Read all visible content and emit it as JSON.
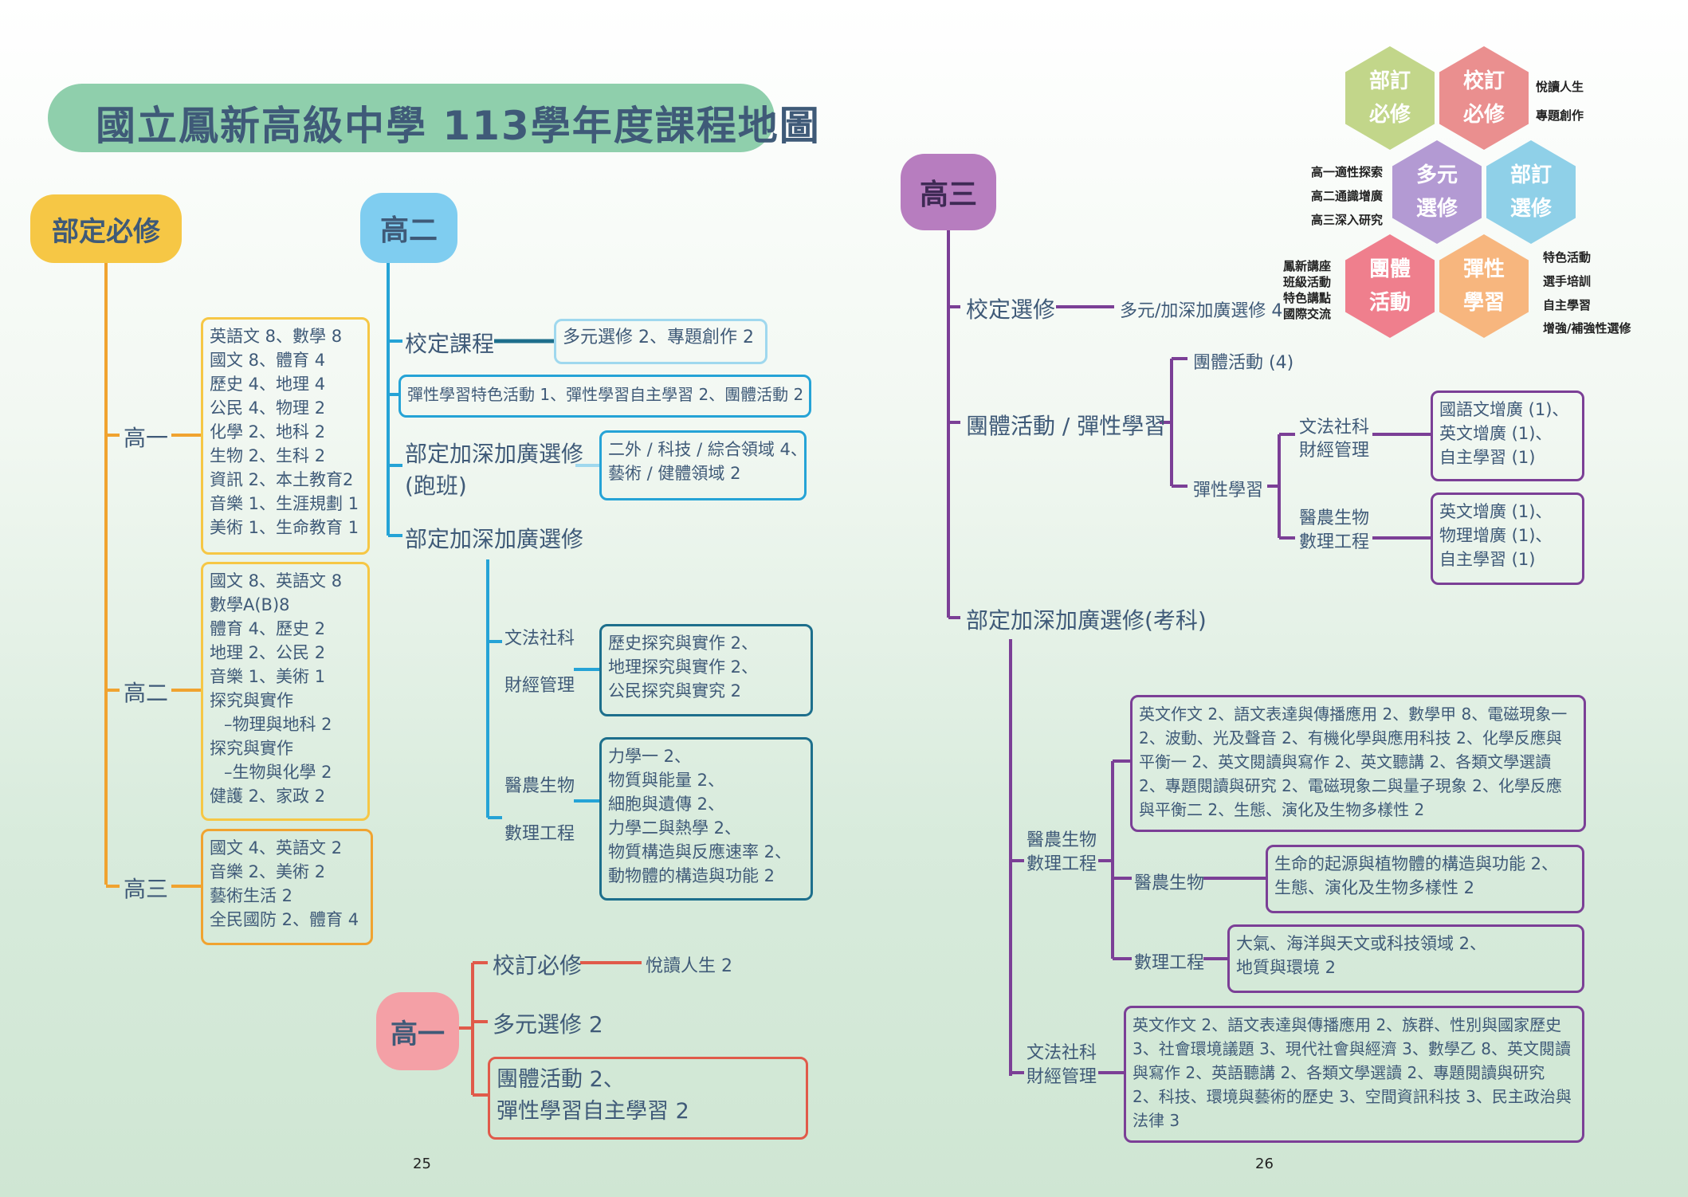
{
  "title": "國立鳳新高級中學 113學年度課程地圖",
  "colors": {
    "yellow": "#f6c745",
    "orange": "#f0a330",
    "blue": "#25a3d6",
    "teal": "#1d6f8c",
    "red": "#e05a4a",
    "purple": "#7b3f96",
    "pink": "#f4a0a6",
    "lightblue": "#7fcdf0",
    "mauve": "#b77dbf"
  },
  "left": {
    "required": {
      "tag": "部定必修",
      "grades": [
        {
          "label": "高一",
          "lines": [
            "英語文 8、數學 8",
            "國文 8、體育 4",
            "歷史 4、地理 4",
            "公民 4、物理 2",
            "化學 2、地科 2",
            "生物 2、生科 2",
            "資訊 2、本土教育2",
            "音樂 1、生涯規劃 1",
            "美術 1、生命教育 1"
          ]
        },
        {
          "label": "高二",
          "lines": [
            "國文 8、英語文 8",
            "數學A(B)8",
            "體育 4、歷史 2",
            "地理 2、公民 2",
            "音樂 1、美術 1",
            "探究與實作",
            "  –物理與地科 2",
            "探究與實作",
            "  –生物與化學 2",
            "健護 2、家政 2"
          ]
        },
        {
          "label": "高三",
          "lines": [
            "國文 4、英語文 2",
            "音樂 2、美術 2",
            "藝術生活 2",
            "全民國防 2、體育 4"
          ]
        }
      ]
    },
    "grade2": {
      "tag": "高二",
      "school_course": {
        "label": "校定課程",
        "box": "多元選修 2、專題創作 2"
      },
      "flex_box": "彈性學習特色活動 1、彈性學習自主學習 2、團體活動 2",
      "advanced_run": {
        "label_lines": [
          "部定加深加廣選修",
          "(跑班)"
        ],
        "box_lines": [
          "二外 / 科技 / 綜合領域 4、",
          "藝術 / 健體領域 2"
        ]
      },
      "advanced": {
        "label": "部定加深加廣選修",
        "humanities": {
          "label_lines": [
            "文法社科",
            "財經管理"
          ],
          "box_lines": [
            "歷史探究與實作 2、",
            "地理探究與實作 2、",
            "公民探究與實究 2"
          ]
        },
        "science": {
          "label_lines": [
            "醫農生物",
            "數理工程"
          ],
          "box_lines": [
            "力學一 2、",
            "物質與能量 2、",
            "細胞與遺傳 2、",
            "力學二與熱學 2、",
            "物質構造與反應速率 2、",
            "動物體的構造與功能 2"
          ]
        }
      }
    },
    "grade1": {
      "tag": "高一",
      "required_school": {
        "label": "校訂必修",
        "value": "悅讀人生 2"
      },
      "multi_elective": "多元選修 2",
      "box_lines": [
        "團體活動 2、",
        "彈性學習自主學習 2"
      ]
    },
    "page_number": "25"
  },
  "right": {
    "grade3": {
      "tag": "高三",
      "school_elective": {
        "label": "校定選修",
        "value": "多元/加深加廣選修 4"
      },
      "group_flex": {
        "label": "團體活動 / 彈性學習",
        "group_activity": "團體活動 (4)",
        "flex_label": "彈性學習",
        "humanities": {
          "label_lines": [
            "文法社科",
            "財經管理"
          ],
          "box_lines": [
            "國語文增廣 (1)、",
            "英文增廣 (1)、",
            "自主學習 (1)"
          ]
        },
        "science": {
          "label_lines": [
            "醫農生物",
            "數理工程"
          ],
          "box_lines": [
            "英文增廣 (1)、",
            "物理增廣 (1)、",
            "自主學習 (1)"
          ]
        }
      },
      "advanced": {
        "label": "部定加深加廣選修(考科)",
        "science": {
          "label_lines": [
            "醫農生物",
            "數理工程"
          ],
          "box": "英文作文 2、語文表達與傳播應用 2、數學甲 8、電磁現象一 2、波動、光及聲音 2、有機化學與應用科技 2、化學反應與平衡一 2、英文閱讀與寫作 2、英文聽講 2、各類文學選讀 2、專題閱讀與研究 2、電磁現象二與量子現象 2、化學反應與平衡二 2、生態、演化及生物多樣性 2",
          "med": {
            "label": "醫農生物",
            "box_lines": [
              "生命的起源與植物體的構造與功能 2、",
              "生態、演化及生物多樣性 2"
            ]
          },
          "eng": {
            "label": "數理工程",
            "box_lines": [
              "大氣、海洋與天文或科技領域 2、",
              "地質與環境 2"
            ]
          }
        },
        "humanities": {
          "label_lines": [
            "文法社科",
            "財經管理"
          ],
          "box": "英文作文 2、語文表達與傳播應用 2、族群、性別與國家歷史 3、社會環境議題 3、現代社會與經濟 3、數學乙 8、英文閱讀與寫作 2、英語聽講 2、各類文學選讀 2、專題閱讀與研究 2、科技、環境與藝術的歷史 3、空間資訊科技 3、民主政治與法律 3"
        }
      }
    },
    "legend": {
      "hexes": [
        {
          "lines": [
            "部訂",
            "必修"
          ],
          "color": "#c2d68a"
        },
        {
          "lines": [
            "校訂",
            "必修"
          ],
          "color": "#ea8f8f"
        },
        {
          "lines": [
            "多元",
            "選修"
          ],
          "color": "#b39ad3"
        },
        {
          "lines": [
            "部訂",
            "選修"
          ],
          "color": "#8fd0e8"
        },
        {
          "lines": [
            "團體",
            "活動"
          ],
          "color": "#ef7f8d"
        },
        {
          "lines": [
            "彈性",
            "學習"
          ],
          "color": "#f7b67e"
        }
      ],
      "school_required_notes": [
        "悅讀人生",
        "專題創作"
      ],
      "multi_elective_notes": [
        "高一適性探索",
        "高二通識增廣",
        "高三深入研究"
      ],
      "group_notes": [
        "鳳新講座",
        "班級活動",
        "特色講點",
        "國際交流"
      ],
      "flex_notes": [
        "特色活動",
        "選手培訓",
        "自主學習",
        "增強/補強性選修"
      ]
    },
    "page_number": "26"
  }
}
